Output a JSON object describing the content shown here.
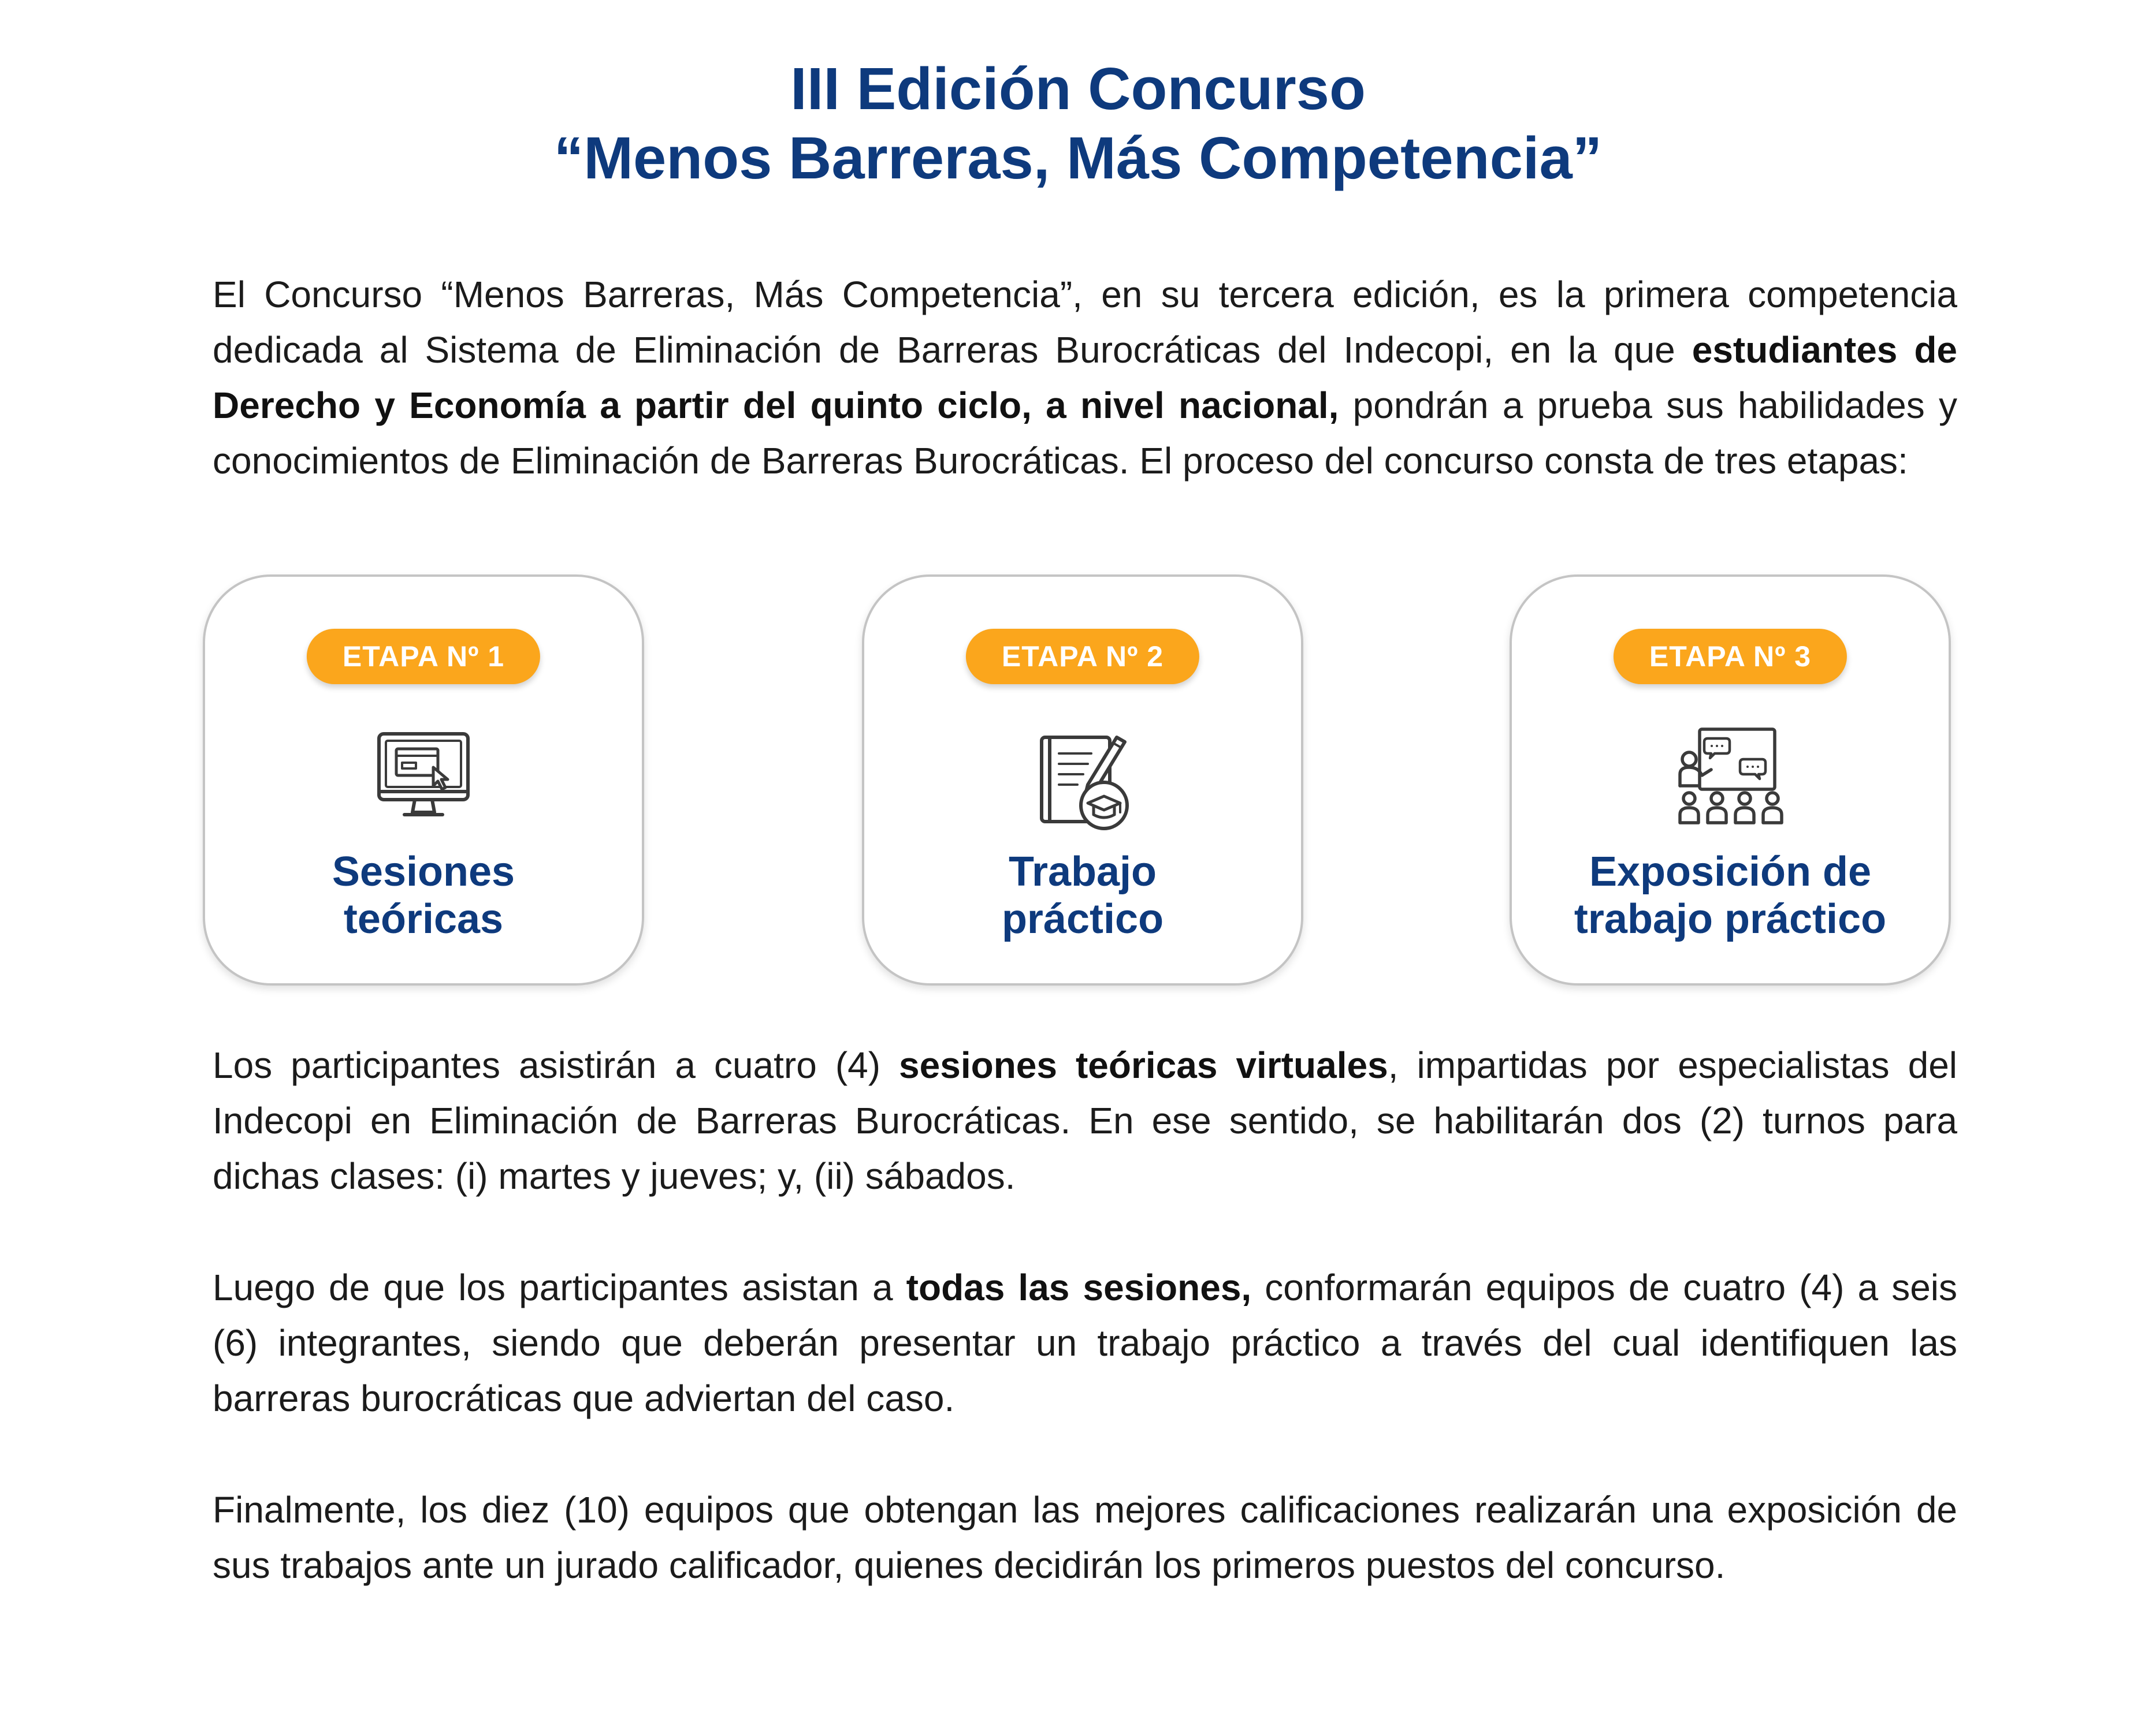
{
  "header": {
    "title_line1": "III Edición Concurso",
    "title_line2": "“Menos Barreras, Más Competencia”"
  },
  "intro": {
    "text_1": "El Concurso “Menos Barreras, Más Competencia”, en su tercera edición, es la primera competencia dedicada al Sistema de Eliminación de Barreras Burocráticas del Indecopi, en la que ",
    "bold_1": "estudiantes de Derecho y Economía a partir del quinto ciclo, a nivel nacional,",
    "text_2": " pondrán a prueba sus habilidades y conocimientos de Eliminación de Barreras Burocráticas. El proceso del concurso consta de tres etapas:"
  },
  "stages": [
    {
      "badge": "ETAPA Nº 1",
      "icon": "computer-monitor-icon",
      "title_line1": "Sesiones",
      "title_line2": "teóricas"
    },
    {
      "badge": "ETAPA Nº 2",
      "icon": "notebook-pen-graduation-icon",
      "title_line1": "Trabajo",
      "title_line2": "práctico"
    },
    {
      "badge": "ETAPA Nº 3",
      "icon": "presentation-audience-icon",
      "title_line1": "Exposición de",
      "title_line2": "trabajo práctico"
    }
  ],
  "paragraph1": {
    "text_1": "Los participantes asistirán a cuatro (4) ",
    "bold_1": "sesiones teóricas virtuales",
    "text_2": ", impartidas por especialistas del Indecopi en Eliminación de Barreras Burocráticas.  En ese sentido, se habilitarán dos (2) turnos para dichas clases: (i) martes y jueves; y, (ii) sábados."
  },
  "paragraph2": {
    "text_1": "Luego de que los participantes asistan a ",
    "bold_1": "todas las sesiones,",
    "text_2": " conformarán equipos de cuatro (4) a seis (6) integrantes, siendo que deberán presentar un trabajo práctico a través del cual identifiquen las barreras burocráticas que adviertan del caso."
  },
  "paragraph3": {
    "text_1": "Finalmente, los diez (10) equipos que obtengan las mejores calificaciones realizarán una exposición de sus trabajos ante un jurado calificador, quienes decidirán los primeros puestos del concurso."
  },
  "colors": {
    "title_blue": "#0e3a7d",
    "badge_orange": "#fba61c",
    "card_border": "#c4c4c4",
    "icon_gray": "#3a3a3a"
  }
}
